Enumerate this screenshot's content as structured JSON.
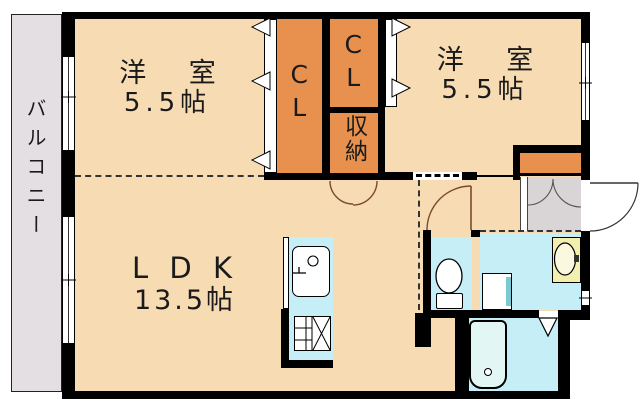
{
  "plan": {
    "type": "Japanese apartment floor plan",
    "balcony": {
      "label": "バルコニー"
    },
    "bedroom1": {
      "label": "洋 室",
      "size": "5.5帖"
    },
    "bedroom2": {
      "label": "洋 室",
      "size": "5.5帖"
    },
    "ldk": {
      "label": "L D K",
      "size": "13.5帖"
    },
    "closet_left": {
      "label": "CL"
    },
    "closet_right": {
      "label": "CL"
    },
    "storage": {
      "label": "収納"
    }
  },
  "fixtures": {
    "kitchen_sink": "kitchen-sink-icon",
    "stove": "stove-icon",
    "toilet": "toilet-icon",
    "washing_machine": "washing-machine-icon",
    "wash_basin": "wash-basin-icon",
    "bathtub": "bathtub-icon",
    "shoe_cabinet": "shoe-cabinet",
    "entrance_door": "entrance-door-arc"
  },
  "colors": {
    "floor": "#F6DBB3",
    "closet": "#E8914F",
    "wet_area": "#C6EEF6",
    "balcony": "#E3DFE3",
    "entrance": "#D9D5D6",
    "basin": "#F2EFAF",
    "bathtub": "#E2F7F3",
    "wall": "#000000"
  }
}
